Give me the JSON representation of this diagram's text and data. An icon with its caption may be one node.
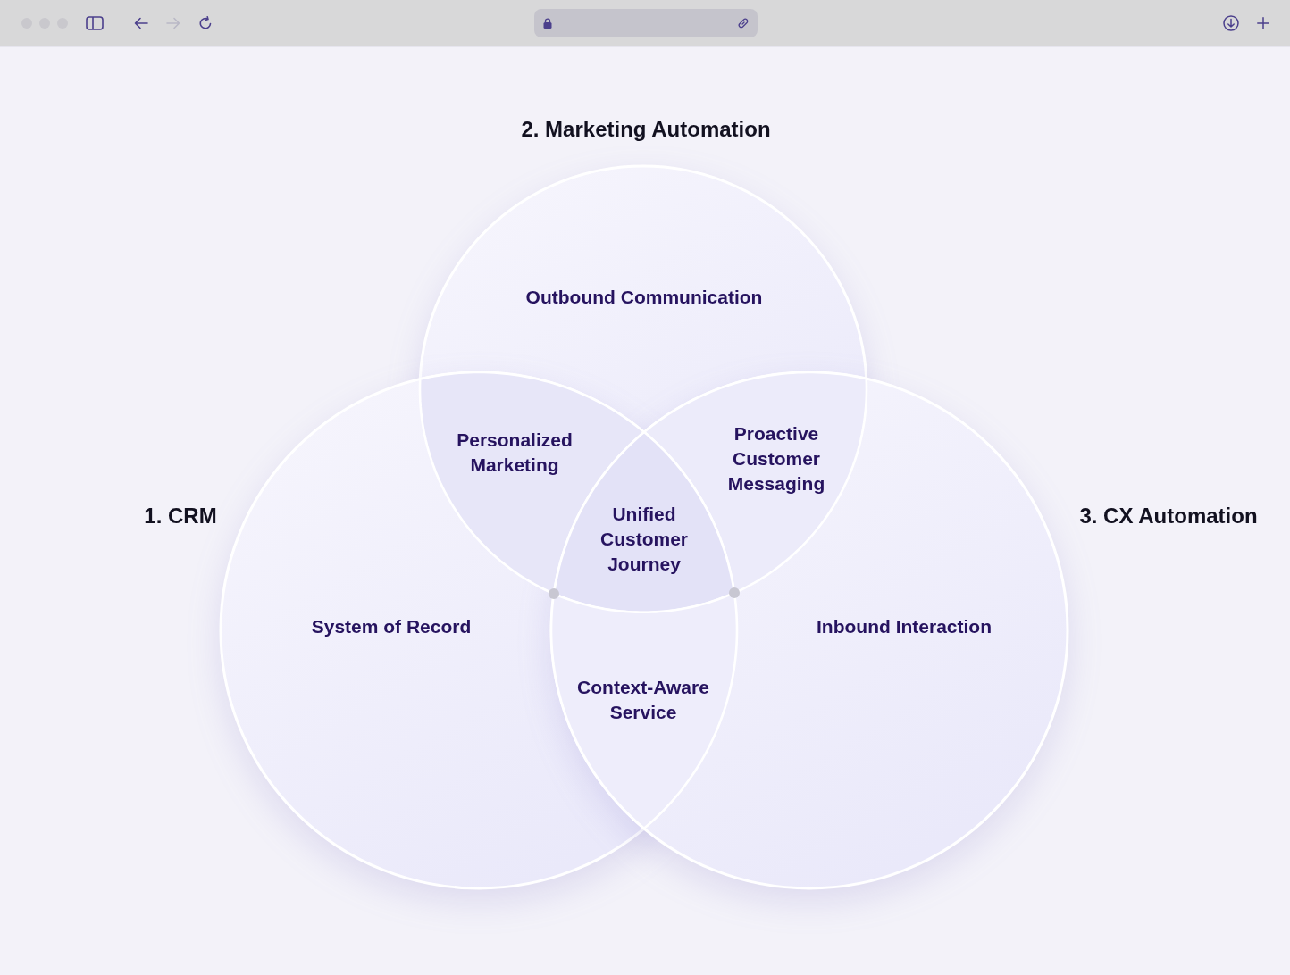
{
  "diagram": {
    "nodes": [
      {
        "text": [
          "2. Marketing Automation",
          "Outbound Communication"
        ]
      },
      {
        "text": [
          "1. CRM",
          "System of Record"
        ]
      },
      {
        "text": [
          "3. CX Automation",
          "Inbound Interaction"
        ]
      },
      {
        "text": [
          "Personalized Marketing"
        ]
      },
      {
        "text": [
          "Proactive Customer Messaging"
        ]
      },
      {
        "text": [
          "Unified Customer Journey"
        ]
      },
      {
        "text": [
          "Context-Aware Service"
        ]
      }
    ]
  }
}
